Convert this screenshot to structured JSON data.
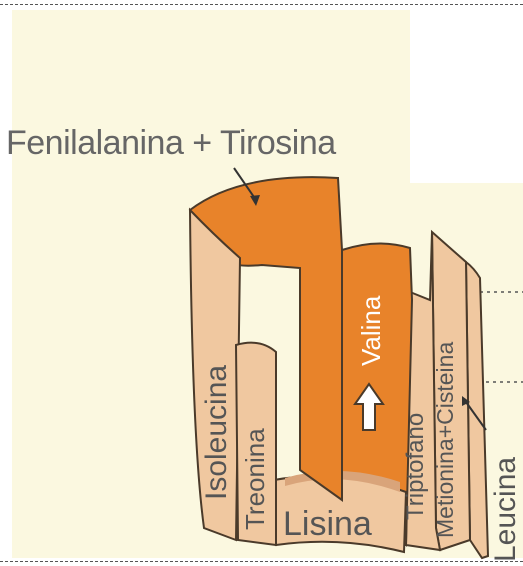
{
  "diagram": {
    "top_label": "Fenilalanina + Tirosina",
    "staves": {
      "isoleucina": "Isoleucina",
      "treonina": "Treonina",
      "lisina": "Lisina",
      "triptofano": "Triptofano",
      "metionina_cisteina": "Metionina+Cisteina",
      "leucina": "Leucina",
      "valina": "Valina"
    }
  },
  "colors": {
    "background": "#fbf8e0",
    "stave_light": "#f0c8a0",
    "stave_orange": "#e8832a",
    "outline": "#4a3a2a",
    "text": "#555555"
  }
}
